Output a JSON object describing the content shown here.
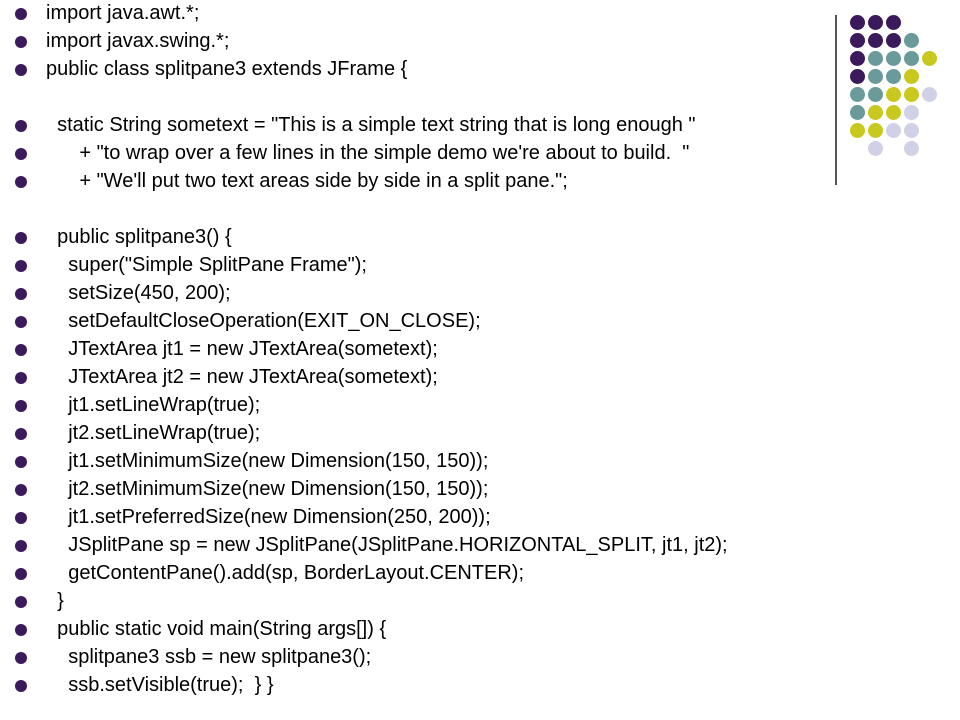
{
  "slide": {
    "bullet_color": "#3b1a5c",
    "code_lines": [
      "import java.awt.*;",
      "import javax.swing.*;",
      "public class splitpane3 extends JFrame {",
      "  static String sometext = \"This is a simple text string that is long enough \"",
      "      + \"to wrap over a few lines in the simple demo we're about to build.  \"",
      "      + \"We'll put two text areas side by side in a split pane.\";",
      "  public splitpane3() {",
      "    super(\"Simple SplitPane Frame\");",
      "    setSize(450, 200);",
      "    setDefaultCloseOperation(EXIT_ON_CLOSE);",
      "    JTextArea jt1 = new JTextArea(sometext);",
      "    JTextArea jt2 = new JTextArea(sometext);",
      "    jt1.setLineWrap(true);",
      "    jt2.setLineWrap(true);",
      "    jt1.setMinimumSize(new Dimension(150, 150));",
      "    jt2.setMinimumSize(new Dimension(150, 150));",
      "    jt1.setPreferredSize(new Dimension(250, 200));",
      "    JSplitPane sp = new JSplitPane(JSplitPane.HORIZONTAL_SPLIT, jt1, jt2);",
      "    getContentPane().add(sp, BorderLayout.CENTER);",
      "  }",
      "  public static void main(String args[]) {",
      "    splitpane3 ssb = new splitpane3();",
      "    ssb.setVisible(true);  } }"
    ],
    "decoration": {
      "colors": {
        "purple": "#3b1a5c",
        "teal": "#6a9a9a",
        "olive": "#c8c81e",
        "lavender": "#d0d0e6"
      },
      "grid": [
        [
          "purple",
          "purple",
          "purple",
          "",
          ""
        ],
        [
          "purple",
          "purple",
          "purple",
          "teal",
          ""
        ],
        [
          "purple",
          "teal",
          "teal",
          "teal",
          "olive"
        ],
        [
          "purple",
          "teal",
          "teal",
          "olive",
          ""
        ],
        [
          "teal",
          "teal",
          "olive",
          "olive",
          "lavender"
        ],
        [
          "teal",
          "olive",
          "olive",
          "lavender",
          ""
        ],
        [
          "olive",
          "olive",
          "lavender",
          "lavender",
          ""
        ],
        [
          "",
          "lavender",
          "",
          "lavender",
          ""
        ]
      ]
    }
  }
}
